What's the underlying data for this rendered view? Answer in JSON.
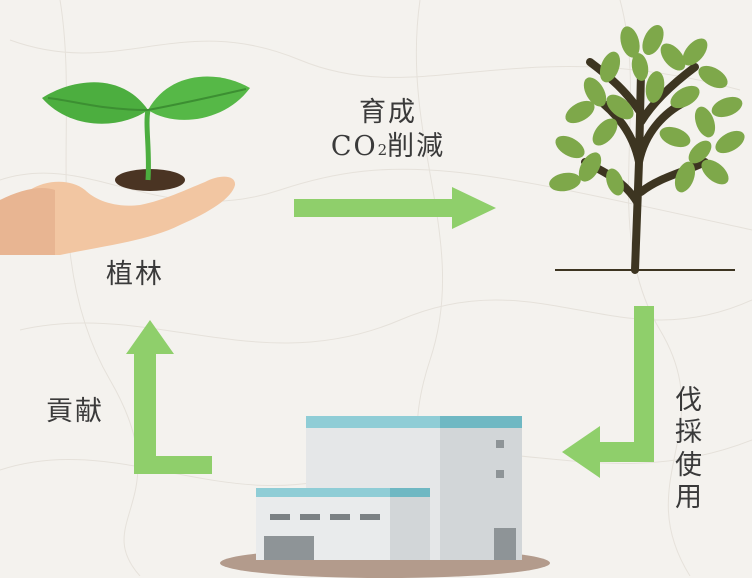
{
  "diagram": {
    "nodes": {
      "planting": {
        "label": "植林"
      },
      "cutting": {
        "label": "伐採使用"
      },
      "contribution": {
        "label": "貢献"
      }
    },
    "edges": {
      "growth": {
        "line1": "育成",
        "line2_prefix": "CO",
        "line2_sub": "2",
        "line2_suffix": "削減"
      }
    },
    "colors": {
      "arrow": "#8fcf6b",
      "leaf": "#4cae3f",
      "tree_leaf": "#7ea84a",
      "trunk": "#3d3521",
      "hand": "#f2c6a2",
      "roof": "#8fcdd6",
      "building": "#e5e7e8",
      "ground": "#b39b8c"
    },
    "icons": [
      "seedling-hand-icon",
      "tree-icon",
      "factory-icon"
    ]
  }
}
